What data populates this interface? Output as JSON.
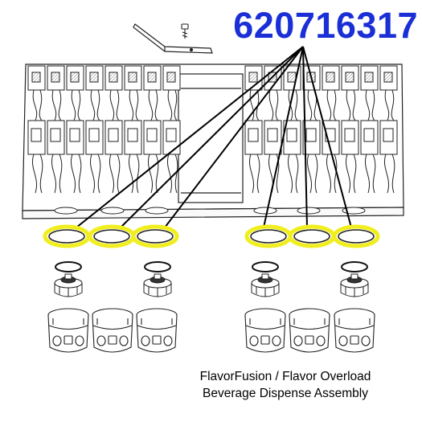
{
  "part_number": "620716317",
  "caption": {
    "line1": "FlavorFusion / Flavor Overload",
    "line2": "Beverage Dispense Assembly"
  },
  "colors": {
    "part_number": "#1a2fd6",
    "highlight": "#f0ee1e",
    "line_art": "#222222"
  },
  "highlighted_part_count": 6,
  "nozzle_groups": 6
}
